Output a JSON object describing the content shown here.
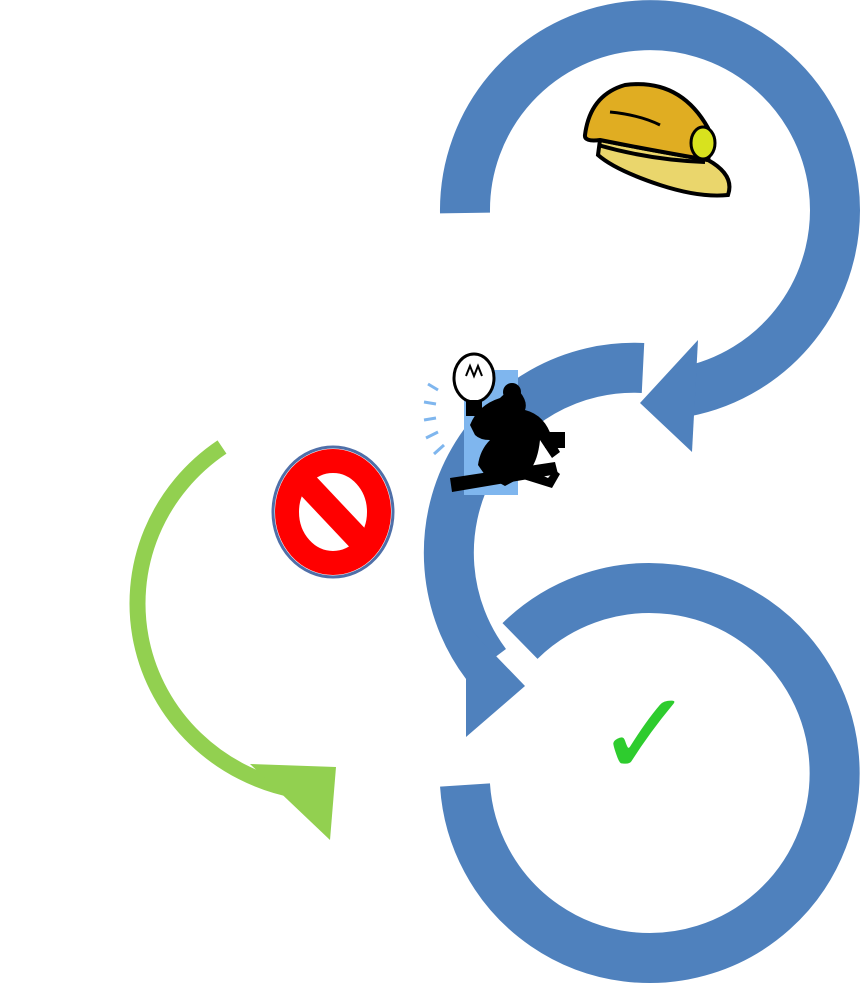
{
  "diagram": {
    "colors": {
      "cycle_arrow": "#4f81bd",
      "bypass_arrow": "#92d050",
      "hardhat": "#e0ad22",
      "hardhat_light": "#ead66c",
      "lamp": "#d8e21e",
      "prohibit_red": "#ff0000",
      "prohibit_border": "#4f6fa8",
      "check": "#2ecc2e",
      "idea_background": "#7fb6ee",
      "silhouette": "#000000"
    },
    "stages": [
      {
        "name": "build",
        "icon": "hardhat-icon"
      },
      {
        "name": "idea",
        "icon": "lightbulb-businessman-icon"
      },
      {
        "name": "done",
        "icon": "checkmark-icon"
      }
    ],
    "blocked_path_icon": "prohibition-icon",
    "check_glyph": "✓"
  }
}
